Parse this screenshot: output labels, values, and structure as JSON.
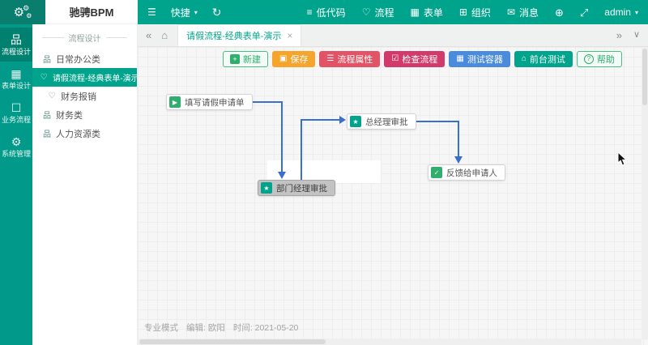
{
  "colors": {
    "accent_teal": "#00a38b",
    "rail_teal": "#00998a",
    "logo_teal": "#0a7e6e",
    "save_orange": "#f5a42c",
    "props_rose": "#e25465",
    "check_crimson": "#d23a6b",
    "test_blue": "#4a8bdb",
    "node_green": "#2fae6d",
    "connector_blue": "#3a6ed0"
  },
  "brand": {
    "title": "驰骋BPM",
    "logo_glyph": "⚙"
  },
  "topbar": {
    "collapse_icon": "☰",
    "quick": {
      "label": "快捷",
      "caret": "▾"
    },
    "refresh_icon": "↻",
    "menu": [
      {
        "icon": "≡",
        "label": "低代码"
      },
      {
        "icon": "♡",
        "label": "流程"
      },
      {
        "icon": "▦",
        "label": "表单"
      },
      {
        "icon": "⊞",
        "label": "组织"
      },
      {
        "icon": "✉",
        "label": "消息"
      }
    ],
    "globe_icon": "⊕",
    "fullscreen_icon": "⤢",
    "user": {
      "name": "admin",
      "caret": "▾"
    }
  },
  "rail": {
    "items": [
      {
        "icon": "品",
        "label": "流程设计"
      },
      {
        "icon": "▦",
        "label": "表单设计"
      },
      {
        "icon": "☐",
        "label": "业务流程"
      },
      {
        "icon": "⚙",
        "label": "系统管理"
      }
    ]
  },
  "sidebar": {
    "section_title": "流程设计",
    "items": [
      {
        "icon": "品",
        "label": "日常办公类"
      },
      {
        "icon": "♡",
        "label": "请假流程-经典表单-演示"
      },
      {
        "icon": "♡",
        "label": "财务报销"
      },
      {
        "icon": "品",
        "label": "财务类"
      },
      {
        "icon": "品",
        "label": "人力资源类"
      }
    ]
  },
  "tabbar": {
    "back_icon": "«",
    "home_icon": "⌂",
    "active_tab": {
      "label": "请假流程-经典表单-演示",
      "close_icon": "×"
    },
    "forward_icon": "»",
    "collapse_icon": "∨"
  },
  "toolbar": {
    "buttons": [
      {
        "icon": "+",
        "label": "新建"
      },
      {
        "icon": "▣",
        "label": "保存"
      },
      {
        "icon": "☰",
        "label": "流程属性"
      },
      {
        "icon": "☑",
        "label": "检查流程"
      },
      {
        "icon": "▦",
        "label": "测试容器"
      },
      {
        "icon": "⌂",
        "label": "前台测试"
      },
      {
        "icon": "?",
        "label": "帮助"
      }
    ]
  },
  "flow": {
    "nodes": [
      {
        "icon": "▶",
        "label": "填写请假申请单"
      },
      {
        "icon": "★",
        "label": "总经理审批"
      },
      {
        "icon": "★",
        "label": "部门经理审批"
      },
      {
        "icon": "✓",
        "label": "反馈给申请人"
      }
    ]
  },
  "statusbar": {
    "mode": "专业模式",
    "editor": "编辑: 欧阳",
    "time": "时间: 2021-05-20"
  }
}
